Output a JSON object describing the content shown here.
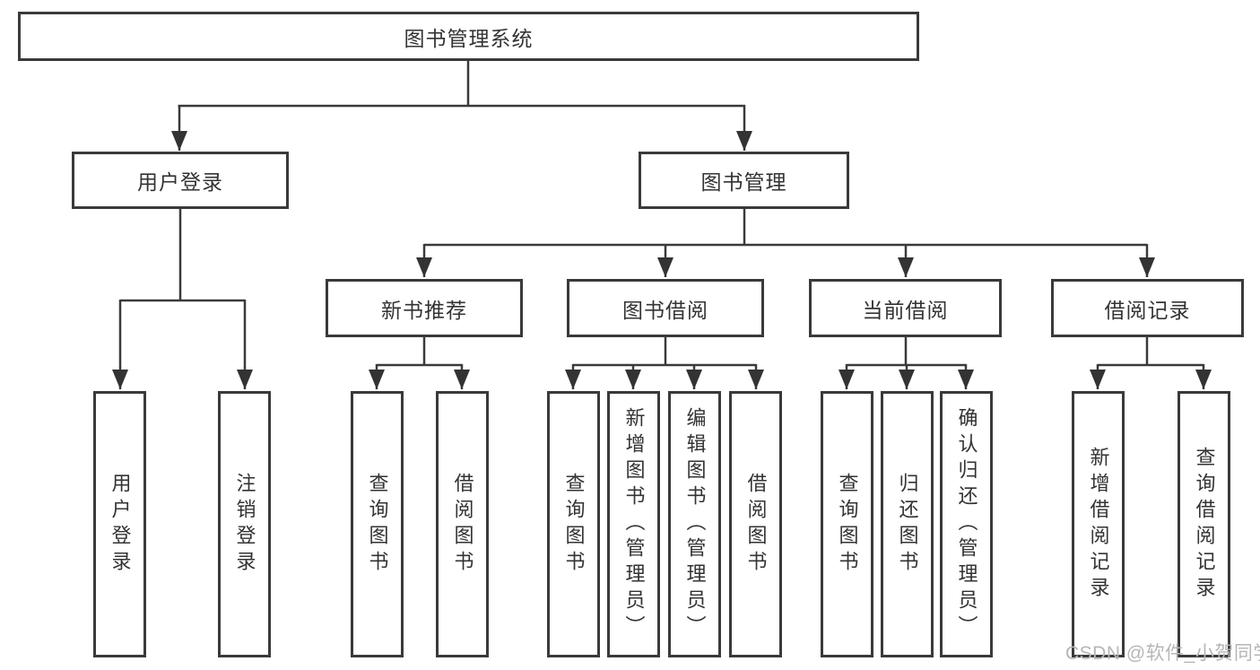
{
  "diagram": {
    "root": {
      "label": "图书管理系统"
    },
    "branches": [
      {
        "label": "用户登录",
        "children": [
          {
            "label": "用户登录"
          },
          {
            "label": "注销登录"
          }
        ]
      },
      {
        "label": "图书管理",
        "children": [
          {
            "label": "新书推荐",
            "children": [
              {
                "label": "查询图书"
              },
              {
                "label": "借阅图书"
              }
            ]
          },
          {
            "label": "图书借阅",
            "children": [
              {
                "label": "查询图书"
              },
              {
                "label": "新增图书（管理员）"
              },
              {
                "label": "编辑图书（管理员）"
              },
              {
                "label": "借阅图书"
              }
            ]
          },
          {
            "label": "当前借阅",
            "children": [
              {
                "label": "查询图书"
              },
              {
                "label": "归还图书"
              },
              {
                "label": "确认归还（管理员）"
              }
            ]
          },
          {
            "label": "借阅记录",
            "children": [
              {
                "label": "新增借阅记录"
              },
              {
                "label": "查询借阅记录"
              }
            ]
          }
        ]
      }
    ]
  },
  "watermark": {
    "text": "CSDN @软件_小贺同学"
  },
  "colors": {
    "line": "#3a3a3a",
    "text": "#333333",
    "watermark": "#b6b6b6",
    "background": "#ffffff"
  }
}
